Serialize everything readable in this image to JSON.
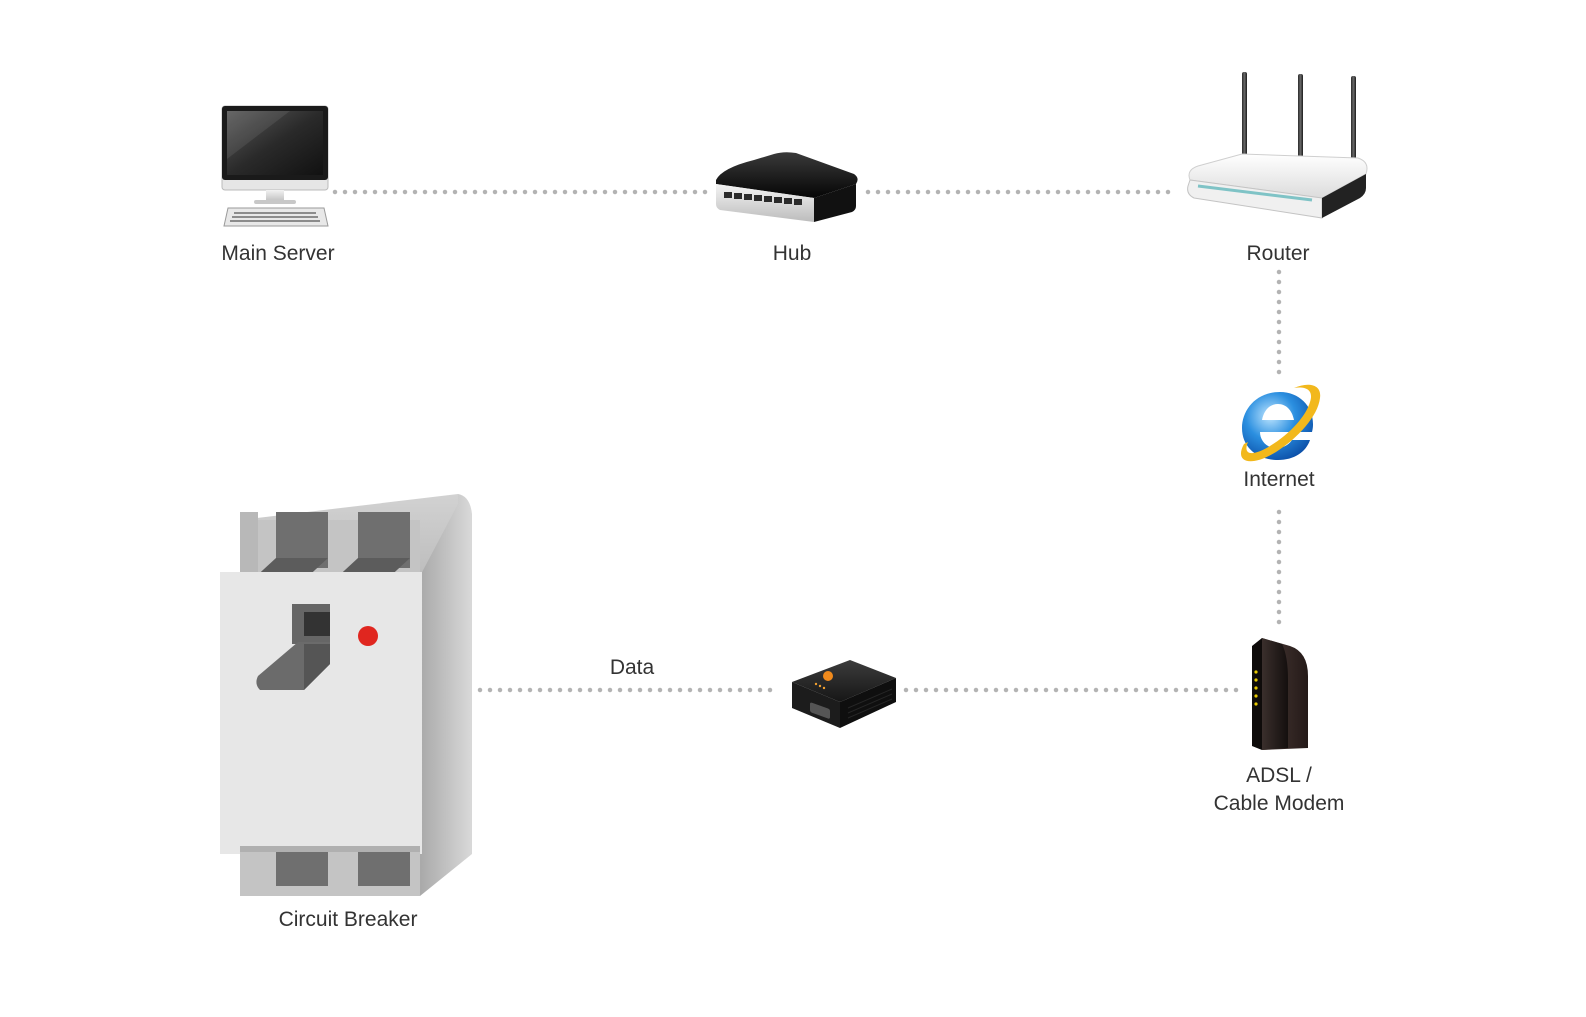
{
  "colors": {
    "connector": "#b3b3b3",
    "label": "#333333",
    "breaker_indicator": "#e0261f"
  },
  "nodes": {
    "main_server": {
      "label": "Main Server",
      "icon": "desktop-computer-icon"
    },
    "hub": {
      "label": "Hub",
      "icon": "network-hub-icon"
    },
    "router": {
      "label": "Router",
      "icon": "wireless-router-icon"
    },
    "internet": {
      "label": "Internet",
      "icon": "internet-explorer-icon"
    },
    "modem": {
      "label_line1": "ADSL /",
      "label_line2": "Cable Modem",
      "icon": "modem-icon"
    },
    "gateway": {
      "icon": "data-gateway-icon"
    },
    "circuit_breaker": {
      "label": "Circuit Breaker",
      "icon": "circuit-breaker-icon"
    }
  },
  "links": {
    "breaker_to_gateway": {
      "label": "Data"
    }
  }
}
